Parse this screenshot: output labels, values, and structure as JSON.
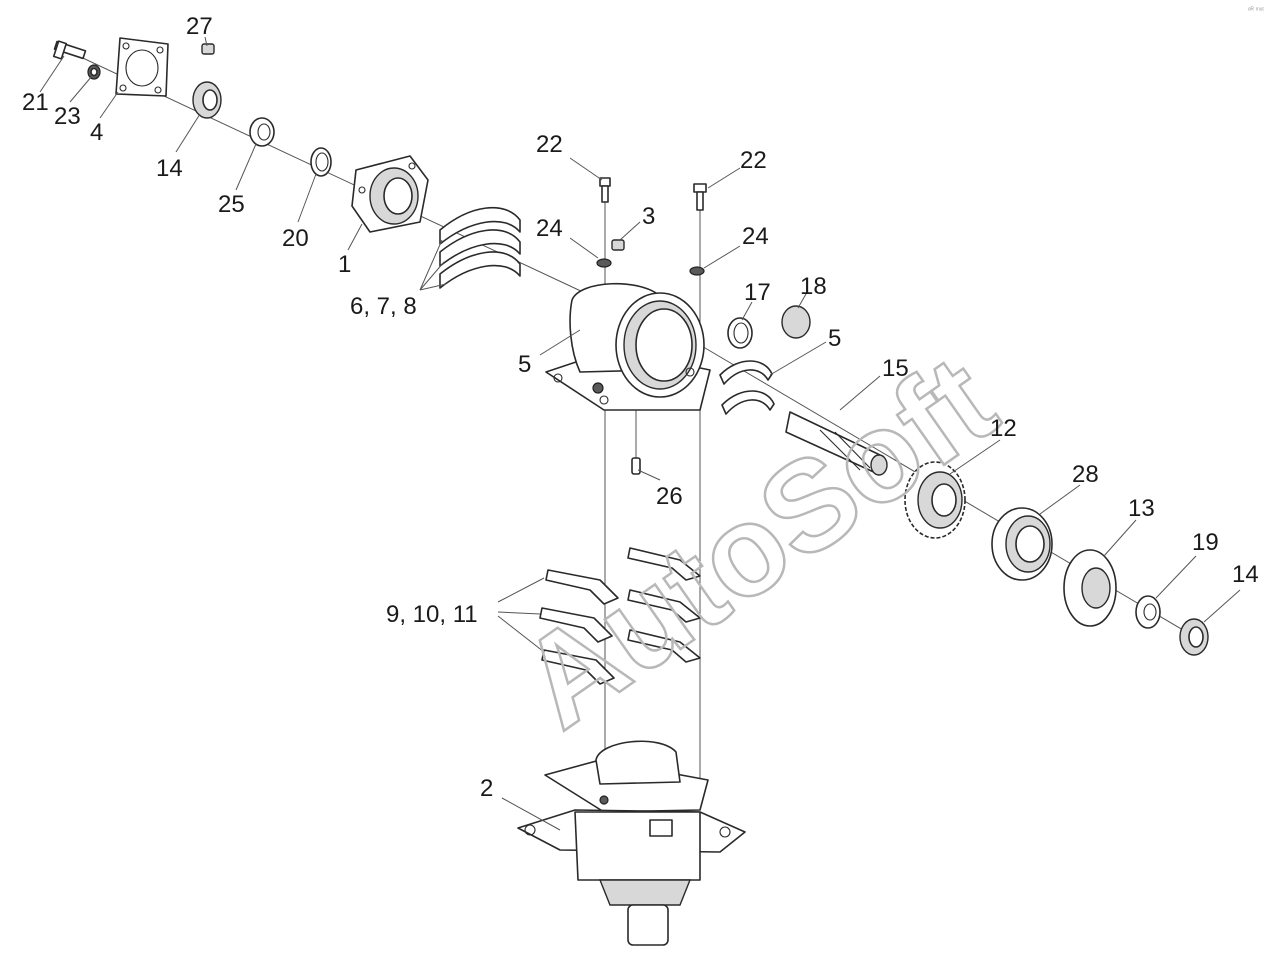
{
  "watermark": "AutoSoft",
  "corner_mark": "ᵉᴿ ᵐᵘᵗ",
  "labels": {
    "l1": "1",
    "l2": "2",
    "l3": "3",
    "l4": "4",
    "l5a": "5",
    "l5b": "5",
    "l678": "6, 7, 8",
    "l91011": "9, 10, 11",
    "l12": "12",
    "l13": "13",
    "l14a": "14",
    "l14b": "14",
    "l15": "15",
    "l17": "17",
    "l18": "18",
    "l19": "19",
    "l20": "20",
    "l21": "21",
    "l22a": "22",
    "l22b": "22",
    "l23": "23",
    "l24a": "24",
    "l24b": "24",
    "l25": "25",
    "l26": "26",
    "l27": "27",
    "l28": "28"
  }
}
